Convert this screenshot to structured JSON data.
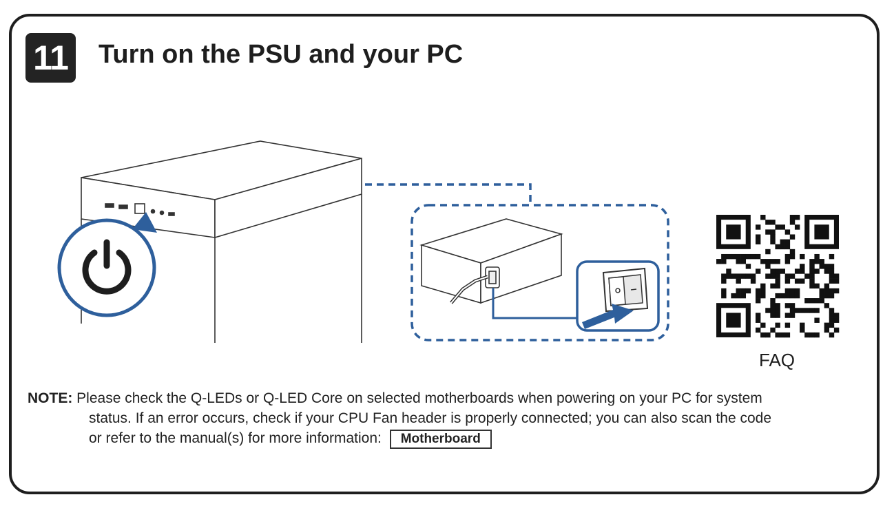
{
  "step": {
    "number": "11",
    "title": "Turn on the PSU and your PC"
  },
  "qr": {
    "caption": "FAQ"
  },
  "note": {
    "label": "NOTE:",
    "line1": "Please check the Q-LEDs or Q-LED Core on selected motherboards when powering on your PC for system",
    "line2": "status. If an error occurs, check if your CPU Fan header is properly connected; you can also scan the code",
    "line3": "or refer to the manual(s) for more information:",
    "link_label": "Motherboard"
  },
  "colors": {
    "accent_blue": "#2e5f9c",
    "ink": "#1e1e1e"
  },
  "icons": [
    "power-icon",
    "qr-code",
    "psu-switch-icon",
    "arrow-icon"
  ]
}
